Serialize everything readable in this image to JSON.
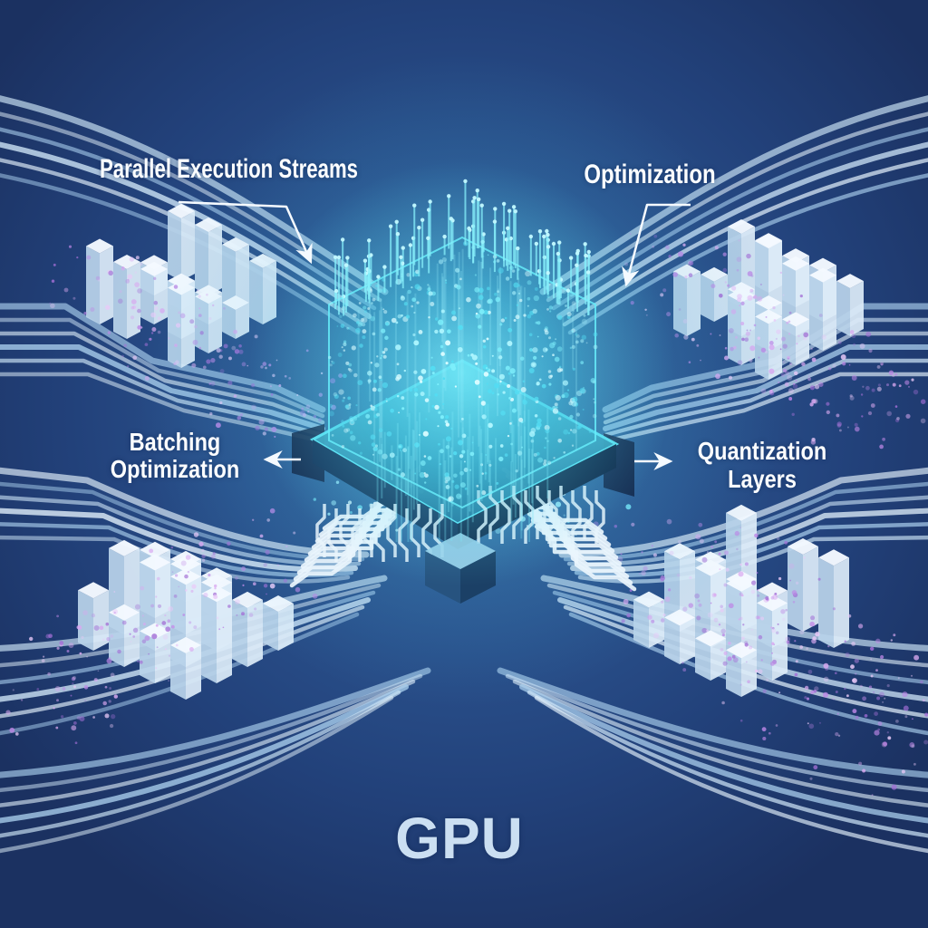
{
  "illustration": {
    "subject": "GPU chip hologram diagram",
    "labels": {
      "parallel_streams": "Parallel Execution Streams",
      "optimization": "Optimization",
      "batching": {
        "line1": "Batching",
        "line2": "Optimization"
      },
      "quantization": {
        "line1": "Quantization",
        "line2": "Layers"
      },
      "gpu": "GPU"
    },
    "colors": {
      "background_navy": "#22417a",
      "hologram_cyan": "#7deefb",
      "trace_light_blue": "#cfe6f8",
      "particle_purple": "#bd87e6",
      "pillar_white": "#f4f9ff",
      "label_text": "#ffffff",
      "gpu_text": "#cbdff2"
    }
  }
}
